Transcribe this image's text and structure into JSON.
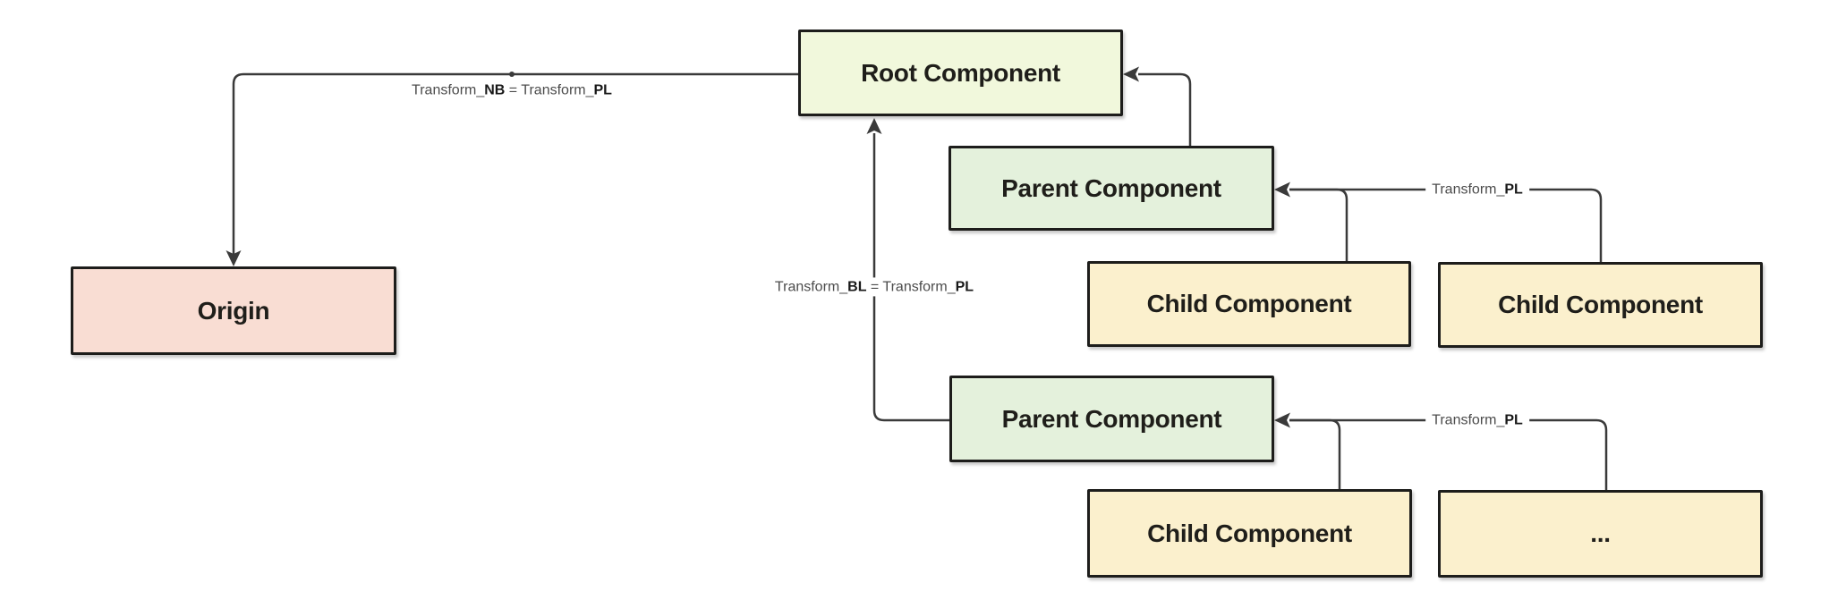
{
  "nodes": {
    "root": {
      "label": "Root Component",
      "fill": "#f1f8dc"
    },
    "origin": {
      "label": "Origin",
      "fill": "#f9ddd3"
    },
    "parent1": {
      "label": "Parent Component",
      "fill": "#e4f1dc"
    },
    "parent2": {
      "label": "Parent Component",
      "fill": "#e4f1dc"
    },
    "child1": {
      "label": "Child Component",
      "fill": "#fbf0cd"
    },
    "child2": {
      "label": "Child Component",
      "fill": "#fbf0cd"
    },
    "child3": {
      "label": "Child Component",
      "fill": "#fbf0cd"
    },
    "ellipsis": {
      "label": "...",
      "fill": "#fbf0cd"
    }
  },
  "edge_labels": {
    "nb": {
      "part1": "Transform_",
      "bold1": "NB",
      "part2": " = Transform_",
      "bold2": "PL"
    },
    "bl": {
      "part1": "Transform_",
      "bold1": "BL",
      "part2": " = Transform_",
      "bold2": "PL"
    },
    "pl_top": {
      "part1": "Transform_",
      "bold1": "PL"
    },
    "pl_bottom": {
      "part1": "Transform_",
      "bold1": "PL"
    }
  },
  "colors": {
    "background": "#ffffff",
    "node_border": "#1d1d1b",
    "edge_line": "#3a3a3a",
    "node_text": "#1f1e1a",
    "edge_label_text": "#4c4c4c",
    "edge_label_bold_text": "#181818"
  }
}
